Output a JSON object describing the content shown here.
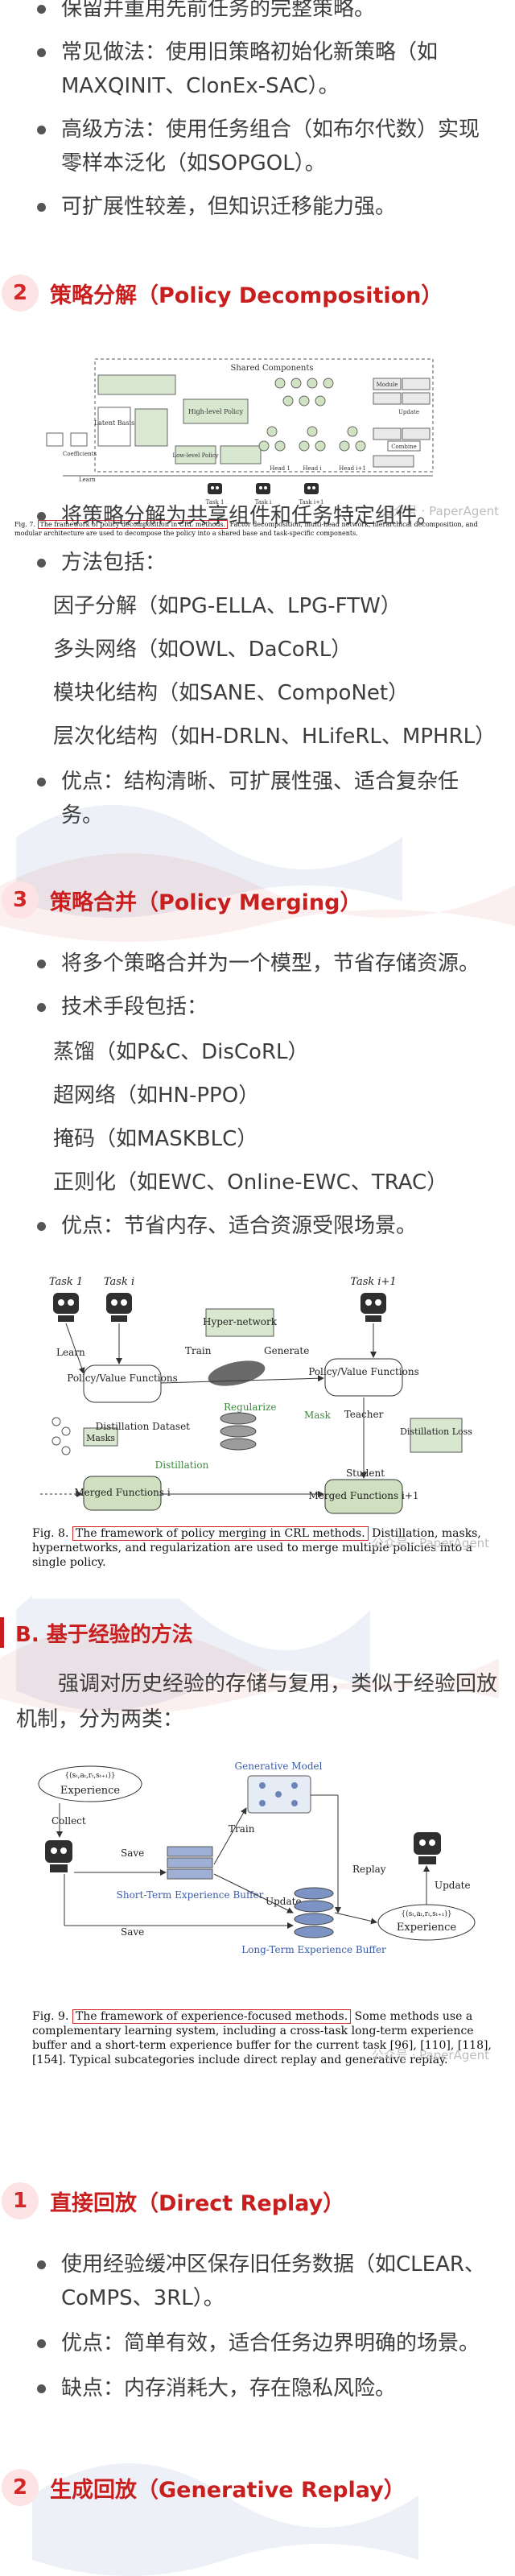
{
  "top_list": [
    "保留并重用先前任务的完整策略。",
    "常见做法：使用旧策略初始化新策略（如MAXQINIT、ClonEx-SAC）。",
    "高级方法：使用任务组合（如布尔代数）实现零样本泛化（如SOPGOL）。",
    "可扩展性较差，但知识迁移能力强。"
  ],
  "sec2": {
    "num": "2",
    "title": "策略分解（Policy Decomposition）"
  },
  "fig7": {
    "shared_components": "Shared Components",
    "latent_basis": "Latent Basis",
    "high_level_policy": "High-level Policy",
    "low_level_policy": "Low-level Policy",
    "coefficients": "Coefficients",
    "learn": "Learn",
    "head1": "Head 1",
    "headi": "Head i",
    "headi1": "Head i+1",
    "task1": "Task 1",
    "taski": "Task i",
    "taski1": "Task i+1",
    "module": "Module",
    "update": "Update",
    "combine": "Combine",
    "label": "Fig. 7.",
    "boxed": "The framework of policy decomposition in CRL methods.",
    "rest": "Factor decomposition, multi-head network, hierarchical decomposition, and modular architecture are used to decompose the policy into a shared base and task-specific components."
  },
  "sec2_list": {
    "b1": "将策略分解为共享组件和任务特定组件。",
    "b2": "方法包括：",
    "items": [
      "因子分解（如PG-ELLA、LPG-FTW）",
      "多头网络（如OWL、DaCoRL）",
      "模块化结构（如SANE、CompoNet）",
      "层次化结构（如H-DRLN、HLifeRL、MPHRL）"
    ],
    "b3": "优点：结构清晰、可扩展性强、适合复杂任务。"
  },
  "sec3": {
    "num": "3",
    "title": "策略合并（Policy Merging）"
  },
  "sec3_list": {
    "b1": "将多个策略合并为一个模型，节省存储资源。",
    "b2": "技术手段包括：",
    "items": [
      "蒸馏（如P&C、DisCoRL）",
      "超网络（如HN-PPO）",
      "掩码（如MASKBLC）",
      "正则化（如EWC、Online-EWC、TRAC）"
    ],
    "b3": "优点：节省内存、适合资源受限场景。"
  },
  "fig8": {
    "task1": "Task 1",
    "taski": "Task i",
    "taski1": "Task i+1",
    "hyper": "Hyper-network",
    "train": "Train",
    "generate": "Generate",
    "learn": "Learn",
    "pv_left": "Policy/Value Functions",
    "pv_right": "Policy/Value Functions",
    "regularize": "Regularize",
    "mask": "Mask",
    "teacher": "Teacher",
    "masks": "Masks",
    "distill_dataset": "Distillation Dataset",
    "distillation": "Distillation",
    "distill_loss": "Distillation Loss",
    "student": "Student",
    "merged_i": "Merged Functions i",
    "merged_i1": "Merged Functions i+1",
    "label": "Fig. 8.",
    "boxed": "The framework of policy merging in CRL methods.",
    "rest": "Distillation, masks, hypernetworks, and regularization are used to merge multiple policies into a single policy."
  },
  "watermark": "公众号 · PaperAgent",
  "secB": {
    "title": "B. 基于经验的方法",
    "para": "强调对历史经验的存储与复用，类似于经验回放机制，分为两类："
  },
  "fig9": {
    "experience_top": "Experience",
    "collect": "Collect",
    "generative_model": "Generative Model",
    "train": "Train",
    "replay": "Replay",
    "save1": "Save",
    "save2": "Save",
    "short_term": "Short-Term Experience Buffer",
    "update1": "Update",
    "long_term": "Long-Term Experience Buffer",
    "update2": "Update",
    "experience_right": "Experience",
    "label": "Fig. 9.",
    "boxed": "The framework of experience-focused methods.",
    "rest": "Some methods use a complementary learning system, including a cross-task long-term experience buffer and a short-term experience buffer for the current task [96], [110], [118], [154]. Typical subcategories include direct replay and generative replay."
  },
  "sec1b": {
    "num": "1",
    "title": "直接回放（Direct Replay）"
  },
  "sec1b_list": [
    "使用经验缓冲区保存旧任务数据（如CLEAR、CoMPS、3RL）。",
    "优点：简单有效，适合任务边界明确的场景。",
    "缺点：内存消耗大，存在隐私风险。"
  ],
  "sec2b": {
    "num": "2",
    "title": "生成回放（Generative Replay）"
  },
  "colors": {
    "accent": "#c81e1e",
    "badge_bg": "#fde3e3",
    "text": "#3d3d3d"
  }
}
